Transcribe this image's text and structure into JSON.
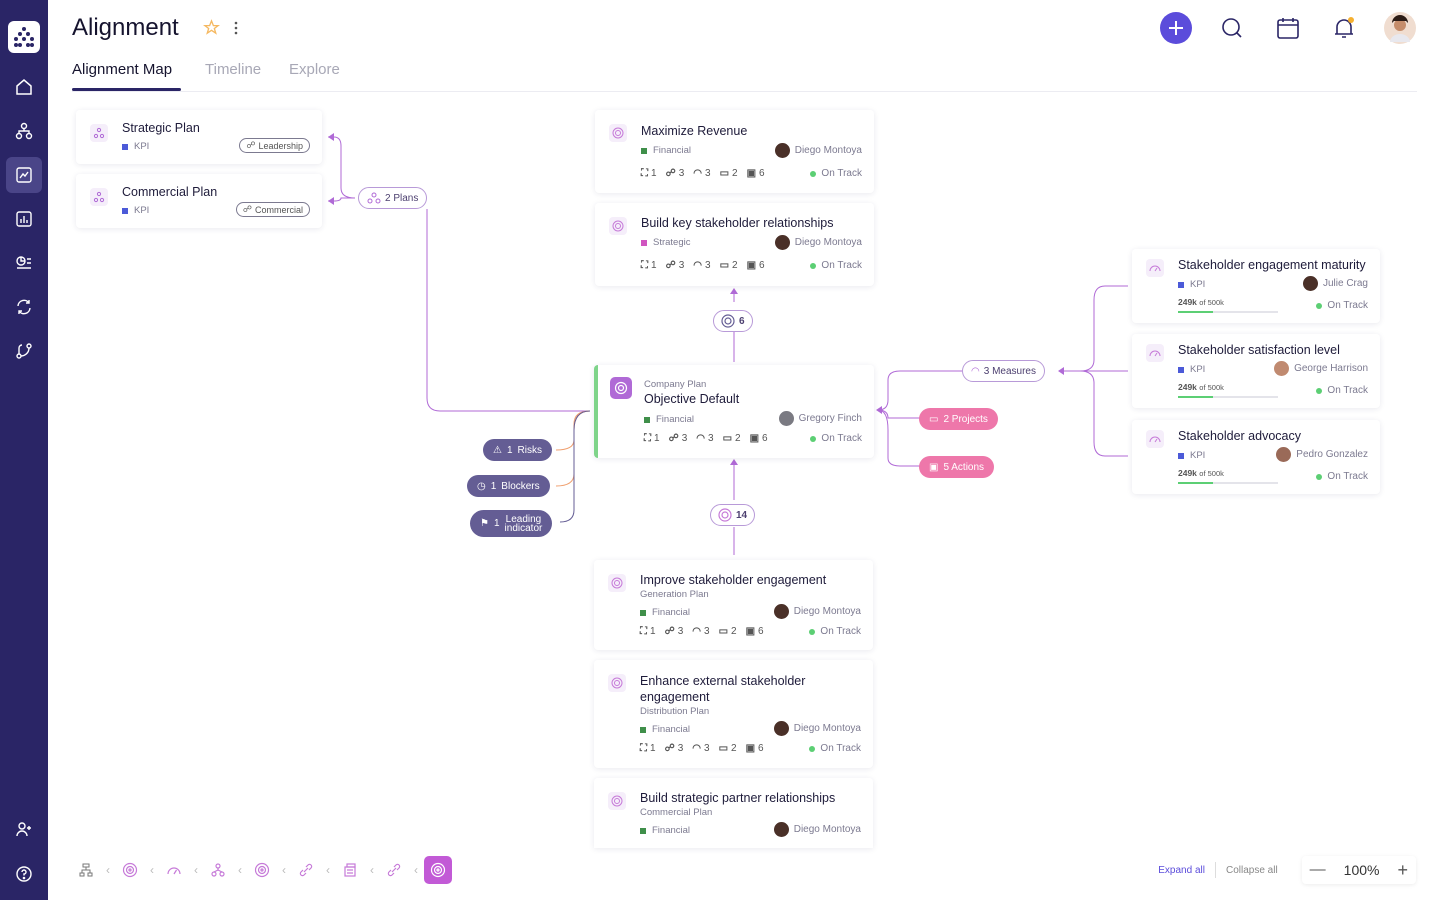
{
  "app": {
    "title": "Alignment"
  },
  "tabs": [
    {
      "label": "Alignment Map"
    },
    {
      "label": "Timeline"
    },
    {
      "label": "Explore"
    }
  ],
  "left_plans": [
    {
      "title": "Strategic Plan",
      "kind": "KPI",
      "badge": "Leadership"
    },
    {
      "title": "Commercial Plan",
      "kind": "KPI",
      "badge": "Commercial"
    }
  ],
  "plans_pill": "2 Plans",
  "top_objectives": [
    {
      "title": "Maximize Revenue",
      "category": "Financial",
      "category_color": "#3f8f4a",
      "owner": "Diego Montoya",
      "stats": [
        "1",
        "3",
        "3",
        "2",
        "6"
      ],
      "status": "On Track"
    },
    {
      "title": "Build key stakeholder relationships",
      "category": "Strategic",
      "category_color": "#d055c0",
      "owner": "Diego Montoya",
      "stats": [
        "1",
        "3",
        "3",
        "2",
        "6"
      ],
      "status": "On Track"
    }
  ],
  "up_counter": "6",
  "center": {
    "eyebrow": "Company Plan",
    "title": "Objective Default",
    "category": "Financial",
    "owner": "Gregory Finch",
    "stats": [
      "1",
      "3",
      "3",
      "2",
      "6"
    ],
    "status": "On Track"
  },
  "down_counter": "14",
  "left_pills": {
    "risks": {
      "count": "1",
      "label": "Risks"
    },
    "blockers": {
      "count": "1",
      "label": "Blockers"
    },
    "leading": {
      "count": "1",
      "label1": "Leading",
      "label2": "indicator"
    }
  },
  "right_pills": {
    "measures": "3  Measures",
    "projects": "2  Projects",
    "actions": "5  Actions"
  },
  "measures": [
    {
      "title": "Stakeholder engagement maturity",
      "kind": "KPI",
      "owner": "Julie Crag",
      "value": "249k",
      "of": "of 500k",
      "progress": 0.35,
      "status": "On Track"
    },
    {
      "title": "Stakeholder satisfaction level",
      "kind": "KPI",
      "owner": "George Harrison",
      "value": "249k",
      "of": "of 500k",
      "progress": 0.35,
      "status": "On Track"
    },
    {
      "title": "Stakeholder advocacy",
      "kind": "KPI",
      "owner": "Pedro Gonzalez",
      "value": "249k",
      "of": "of 500k",
      "progress": 0.35,
      "status": "On Track"
    }
  ],
  "child_objectives": [
    {
      "title": "Improve stakeholder engagement",
      "plan": "Generation Plan",
      "category": "Financial",
      "owner": "Diego Montoya",
      "stats": [
        "1",
        "3",
        "3",
        "2",
        "6"
      ],
      "status": "On Track"
    },
    {
      "title": "Enhance external stakeholder",
      "title2": "engagement",
      "plan": "Distribution Plan",
      "category": "Financial",
      "owner": "Diego Montoya",
      "stats": [
        "1",
        "3",
        "3",
        "2",
        "6"
      ],
      "status": "On Track"
    },
    {
      "title": "Build strategic partner relationships",
      "plan": "Commercial Plan",
      "category": "Financial",
      "owner": "Diego Montoya"
    }
  ],
  "footer": {
    "expand": "Expand all",
    "collapse": "Collapse all",
    "zoom": "100%"
  },
  "colors": {
    "sidebar": "#2a2566",
    "accent": "#5b4cdb",
    "pink": "#ee77aa",
    "connector": "#b06ad6",
    "on_track": "#5ccf74"
  }
}
